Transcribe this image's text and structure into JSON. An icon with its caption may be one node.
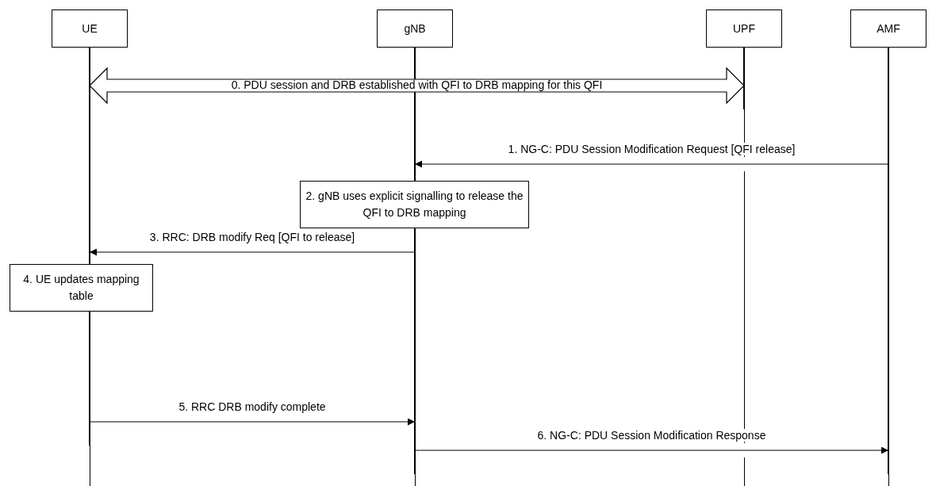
{
  "diagram": {
    "nodes": [
      {
        "text": [
          "UE"
        ]
      },
      {
        "text": [
          "gNB"
        ]
      },
      {
        "text": [
          "UPF"
        ]
      },
      {
        "text": [
          "AMF"
        ]
      },
      {
        "text": [
          "2. gNB uses explicit signalling to release the QFI to DRB mapping"
        ]
      },
      {
        "text": [
          "4. UE updates mapping table"
        ]
      }
    ],
    "edges": [
      {
        "from": 0,
        "to": 2,
        "arrow": "both",
        "label": "0. PDU session and DRB established with QFI to DRB mapping for this QFI",
        "style": "thick"
      },
      {
        "from": 3,
        "to": 1,
        "arrow": "to",
        "label": "1. NG-C: PDU Session Modification Request [QFI release]"
      },
      {
        "from": 1,
        "to": 0,
        "arrow": "to",
        "label": "3. RRC: DRB modify Req [QFI to release]"
      },
      {
        "from": 0,
        "to": 1,
        "arrow": "to",
        "label": "5. RRC DRB modify complete"
      },
      {
        "from": 1,
        "to": 3,
        "arrow": "to",
        "label": "6. NG-C: PDU Session Modification Response"
      }
    ]
  }
}
